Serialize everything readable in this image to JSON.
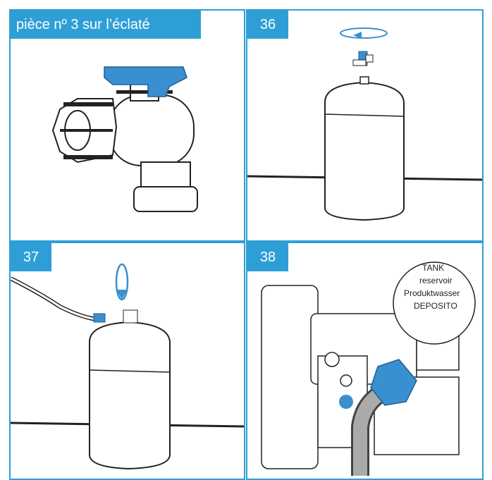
{
  "panels": [
    {
      "id": "p1",
      "label": "pièce nº 3 sur l’éclaté"
    },
    {
      "id": "p2",
      "label": "36"
    },
    {
      "id": "p3",
      "label": "37"
    },
    {
      "id": "p4",
      "label": "38"
    }
  ],
  "tank_label": {
    "line1": "TANK",
    "line2": "reservoir",
    "line3": "Produktwasser",
    "line4": "DEPOSITO"
  },
  "colors": {
    "accent": "#2e9fd6",
    "part": "#3a8fd0",
    "line": "#222222"
  }
}
